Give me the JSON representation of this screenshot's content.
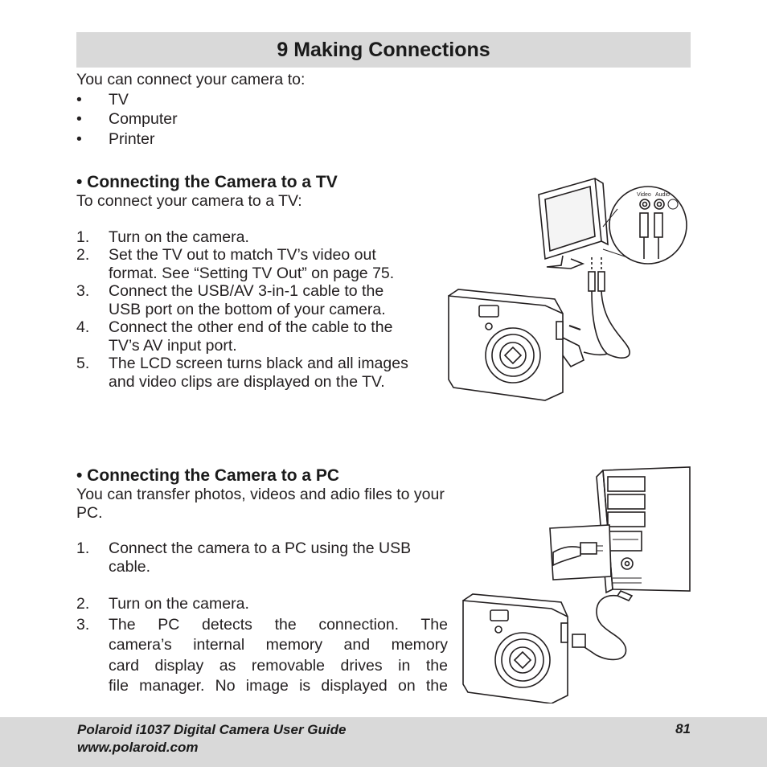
{
  "page_title": "9 Making Connections",
  "intro": "You can connect your camera to:",
  "devices": [
    "TV",
    "Computer",
    "Printer"
  ],
  "bullet_char": "•",
  "tv_section": {
    "heading": "• Connecting the Camera to a TV",
    "lead": "To connect your camera to a TV:",
    "steps": [
      {
        "num": "1.",
        "text": "Turn on the camera."
      },
      {
        "num": "2.",
        "text": "Set the TV out to match TV’s video out format. See “Setting TV Out” on page 75."
      },
      {
        "num": "3.",
        "text": "Connect the USB/AV 3-in-1 cable to the USB port on the bottom of your camera."
      },
      {
        "num": "4.",
        "text": "Connect the other end of the cable to the TV’s AV input port."
      },
      {
        "num": "5.",
        "text": "The LCD screen turns black and all images and video clips are displayed on the TV."
      }
    ],
    "port_labels": {
      "video": "Video",
      "audio": "Audio"
    }
  },
  "pc_section": {
    "heading": "• Connecting the Camera to a PC",
    "lead": "You can transfer photos, videos and adio files to your PC.",
    "steps": [
      {
        "num": "1.",
        "text": "Connect the camera to a PC using the USB cable."
      },
      {
        "num": "2.",
        "text": "Turn on the camera."
      },
      {
        "num": "3.",
        "lines": [
          "The PC detects the connection. The",
          "camera’s internal memory and memory",
          "card display as removable drives in the",
          "file manager. No image is displayed on the"
        ]
      }
    ]
  },
  "footer": {
    "guide_title": "Polaroid i1037 Digital Camera User Guide",
    "website": "www.polaroid.com",
    "page_number": "81"
  },
  "colors": {
    "title_bar": "#d9d9d9",
    "footer_bar": "#d9d9d9",
    "text": "#231f20"
  }
}
